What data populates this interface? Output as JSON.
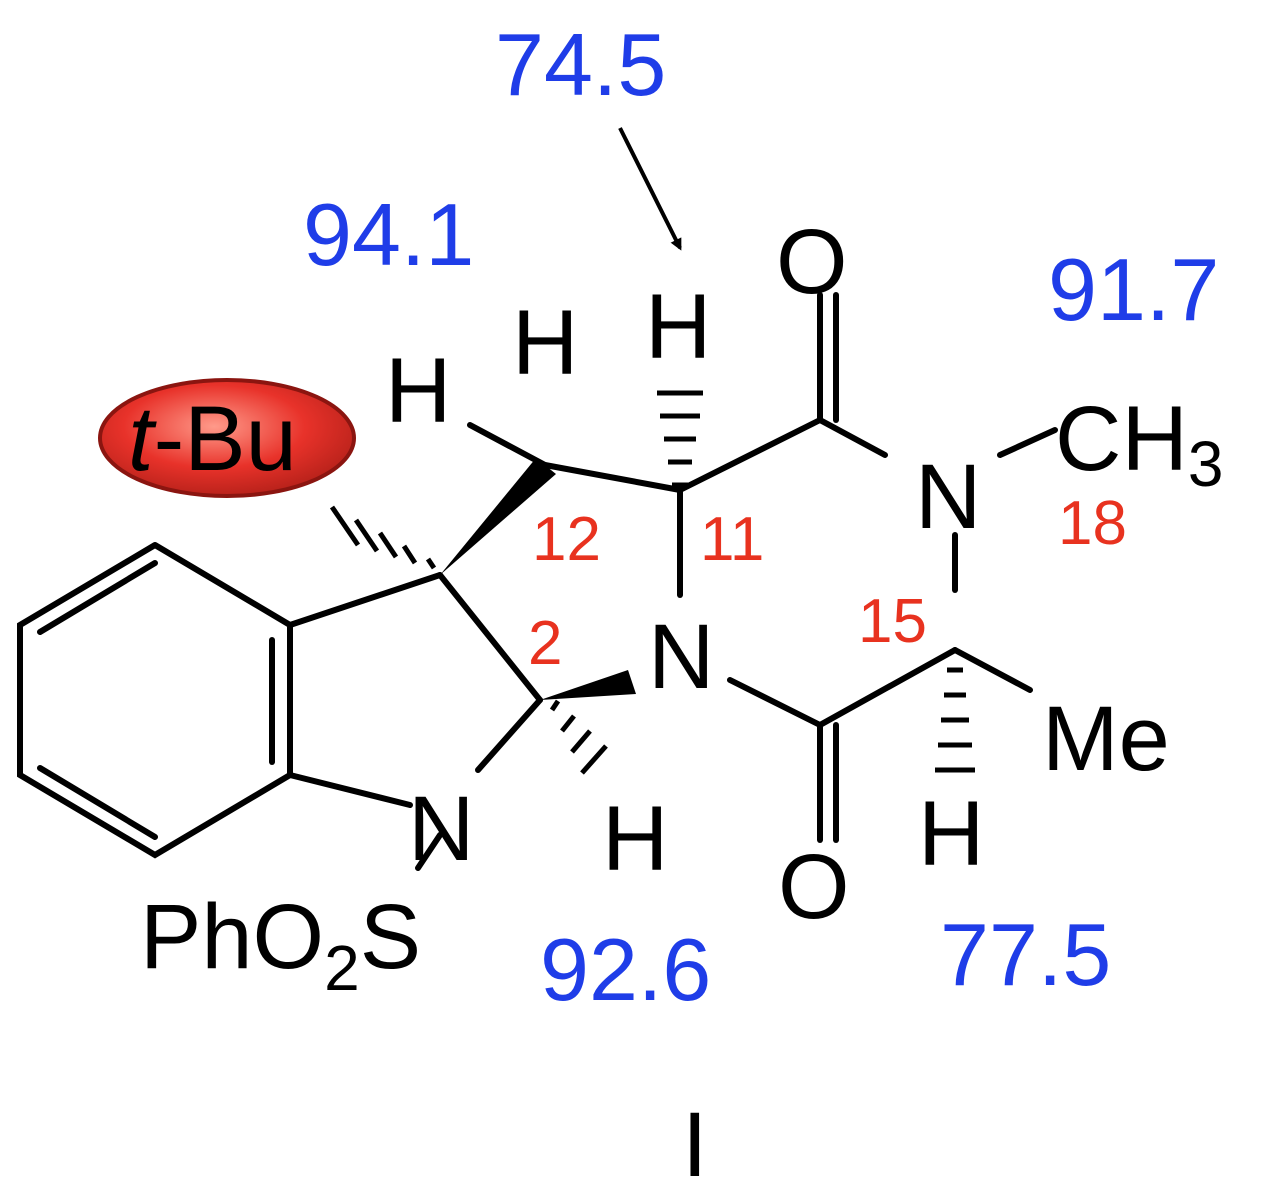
{
  "colors": {
    "value_color": "#1f3de8",
    "position_color": "#e8321f",
    "highlight_fill": "#e8322a",
    "highlight_stroke": "#8b1510"
  },
  "atoms": {
    "h_c12_a": "H",
    "h_c12_b": "H",
    "h_c11": "H",
    "h_c2": "H",
    "h_c15": "H",
    "o_top": "O",
    "o_bottom": "O",
    "n_amide": "N",
    "n_ring": "N",
    "n_indoline": "N",
    "methyl": "CH",
    "methyl_sub": "3",
    "me": "Me",
    "sulfonyl_prefix": "PhO",
    "sulfonyl_sub": "2",
    "sulfonyl_suffix": "S"
  },
  "substituent": {
    "italic": "t",
    "rest": "-Bu"
  },
  "positions": {
    "c12": "12",
    "c11": "11",
    "c2": "2",
    "c15": "15",
    "n18": "18"
  },
  "values": {
    "c11": "74.5",
    "c12": "94.1",
    "n18": "91.7",
    "c2": "92.6",
    "c15": "77.5"
  },
  "compound_label": "I"
}
